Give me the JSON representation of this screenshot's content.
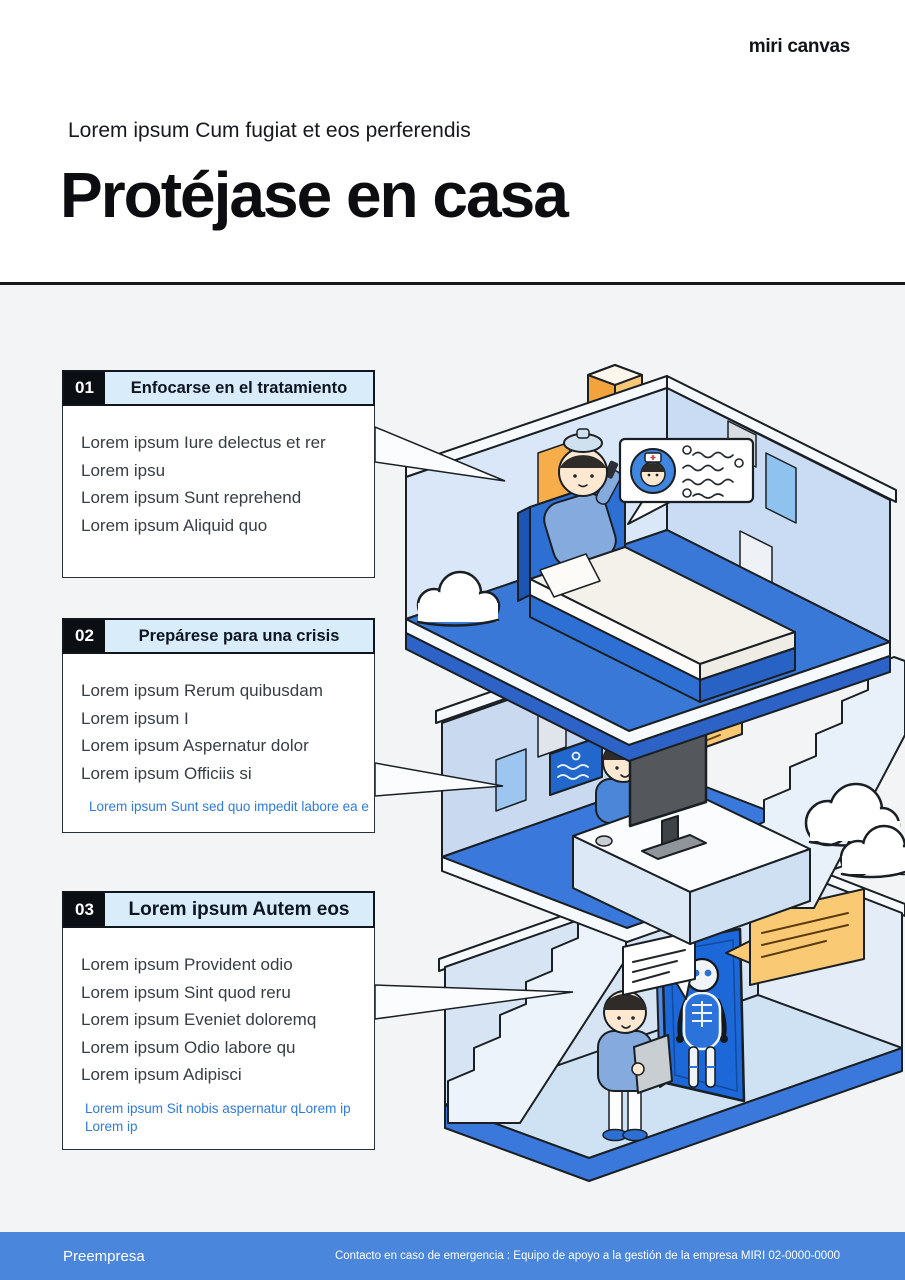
{
  "brand": {
    "logo": "miri canvas"
  },
  "header": {
    "eyebrow": "Lorem ipsum Cum fugiat et eos perferendis",
    "title": "Protéjase en casa"
  },
  "sections": [
    {
      "number": "01",
      "heading": "Enfocarse en el tratamiento",
      "lines": [
        "Lorem ipsum Iure delectus et rer",
        "Lorem ipsu",
        "Lorem ipsum Sunt reprehend",
        "Lorem ipsum Aliquid quo"
      ],
      "note": ""
    },
    {
      "number": "02",
      "heading": "Prepárese para una crisis",
      "lines": [
        "Lorem ipsum Rerum quibusdam",
        "Lorem ipsum I",
        "Lorem ipsum Aspernatur dolor",
        "Lorem ipsum Officiis si"
      ],
      "note": "Lorem ipsum Sunt sed quo impedit labore ea e"
    },
    {
      "number": "03",
      "heading": "Lorem ipsum Autem eos",
      "lines": [
        "Lorem ipsum Provident odio",
        "Lorem ipsum Sint quod reru",
        "Lorem ipsum Eveniet doloremq",
        "Lorem ipsum Odio labore qu",
        "Lorem ipsum Adipisci"
      ],
      "note": "Lorem ipsum Sit nobis aspernatur qLorem ip Lorem ip"
    }
  ],
  "footer": {
    "company": "Preempresa",
    "contact": "Contacto en caso de emergencia : Equipo de apoyo a la gestión de la empresa MIRI 02-0000-0000"
  },
  "illustration": {
    "name": "three-story-house-cutaway",
    "floors": [
      {
        "floor": "top",
        "items": [
          "chimney",
          "orange-window",
          "blue-window",
          "patient-in-bed-on-phone",
          "ice-pack",
          "nurse-call-bubble",
          "cloud"
        ]
      },
      {
        "floor": "middle",
        "items": [
          "worker-at-computer-desk",
          "monitor",
          "location-pin-frame",
          "yellow-note-card",
          "swim-picture",
          "staircase",
          "clouds"
        ]
      },
      {
        "floor": "bottom",
        "items": [
          "staircase",
          "resident-with-tablet",
          "white-speech-bubble",
          "skeleton-door",
          "yellow-speech-bubble"
        ]
      }
    ]
  },
  "colors": {
    "accent_blue": "#3b78db",
    "deep_blue": "#2e6fd3",
    "section_header_blue": "#d9ecf9",
    "wall_blue": "#d9e7f8",
    "footer_blue": "#4a86db",
    "link_blue": "#2d7be0",
    "orange": "#f2a33c",
    "yellow": "#f9c973",
    "ink": "#14181c",
    "page_bg": "#f2f4f6"
  }
}
